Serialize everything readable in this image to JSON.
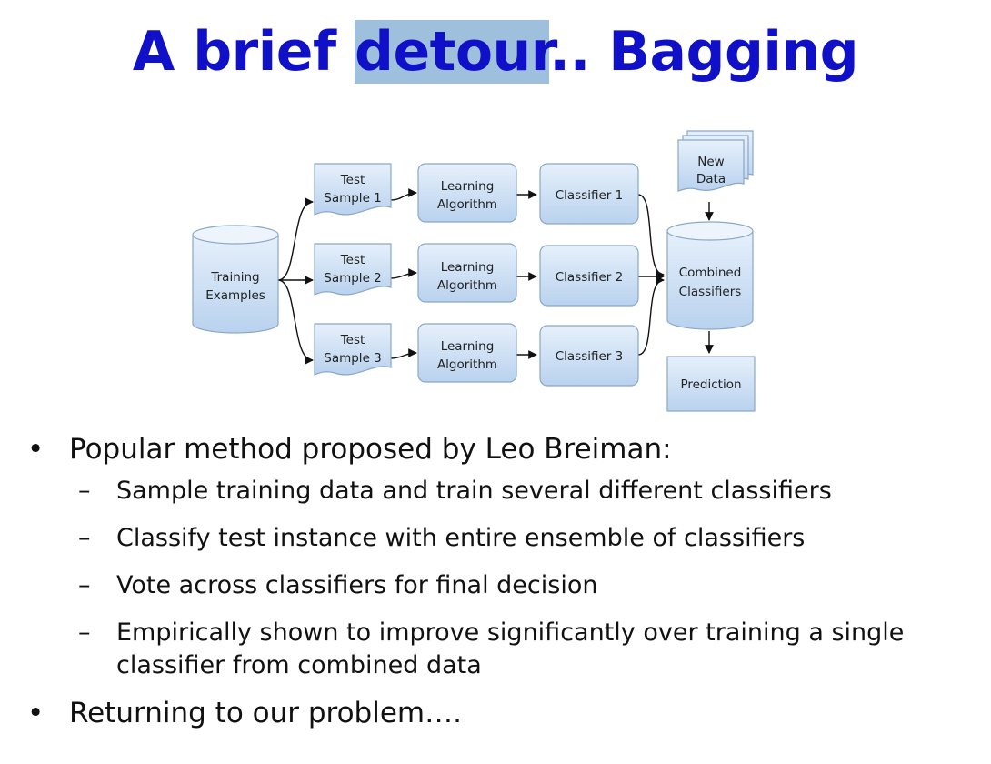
{
  "slide": {
    "title_pre": "A brief ",
    "title_highlight": "detour",
    "title_post": "..  Bagging"
  },
  "diagram": {
    "training": [
      "Training",
      "Examples"
    ],
    "samples": [
      [
        "Test",
        "Sample 1"
      ],
      [
        "Test",
        "Sample 2"
      ],
      [
        "Test",
        "Sample 3"
      ]
    ],
    "algorithms": [
      [
        "Learning",
        "Algorithm"
      ],
      [
        "Learning",
        "Algorithm"
      ],
      [
        "Learning",
        "Algorithm"
      ]
    ],
    "classifiers": [
      "Classifier 1",
      "Classifier 2",
      "Classifier 3"
    ],
    "new_data": [
      "New",
      "Data"
    ],
    "combined": [
      "Combined",
      "Classifiers"
    ],
    "prediction": "Prediction",
    "colors": {
      "fill_top": "#e6f0fb",
      "fill_bottom": "#b9d2ee",
      "stroke": "#8aa7c8"
    }
  },
  "bullets": {
    "main1": "Popular method proposed by Leo Breiman:",
    "subs": [
      "Sample training data and train several different classifiers",
      "Classify test instance with entire ensemble of classifiers",
      "Vote across classifiers for final decision"
    ],
    "sub4_line1": "Empirically shown to improve significantly over training a single",
    "sub4_line2": "classifier from combined data",
    "main2": "Returning to our problem….",
    "bullet_char": "•",
    "dash_char": "–"
  }
}
